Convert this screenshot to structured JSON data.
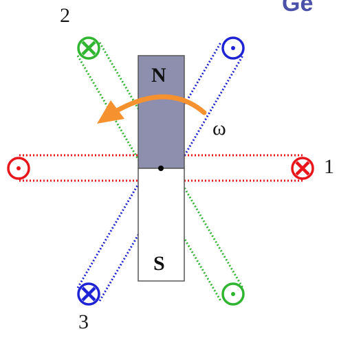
{
  "title_fragment": "Ge",
  "magnet": {
    "north_label": "N",
    "south_label": "S",
    "north_color": "#8e8fae",
    "south_color": "#ffffff",
    "outline_color": "#555555"
  },
  "rotation": {
    "symbol": "ω",
    "arrow_color": "#f5922f",
    "direction": "counterclockwise"
  },
  "coils": [
    {
      "label": "1",
      "color": "#e8161b",
      "left_end_symbol": "dot",
      "right_end_symbol": "cross"
    },
    {
      "label": "2",
      "color": "#2fb52f",
      "upper_end_symbol": "cross",
      "lower_end_symbol": "dot"
    },
    {
      "label": "3",
      "color": "#1f23d6",
      "lower_end_symbol": "cross",
      "upper_end_symbol": "dot"
    }
  ],
  "icons": {
    "current_out": "dot-in-circle",
    "current_in": "cross-in-circle"
  }
}
